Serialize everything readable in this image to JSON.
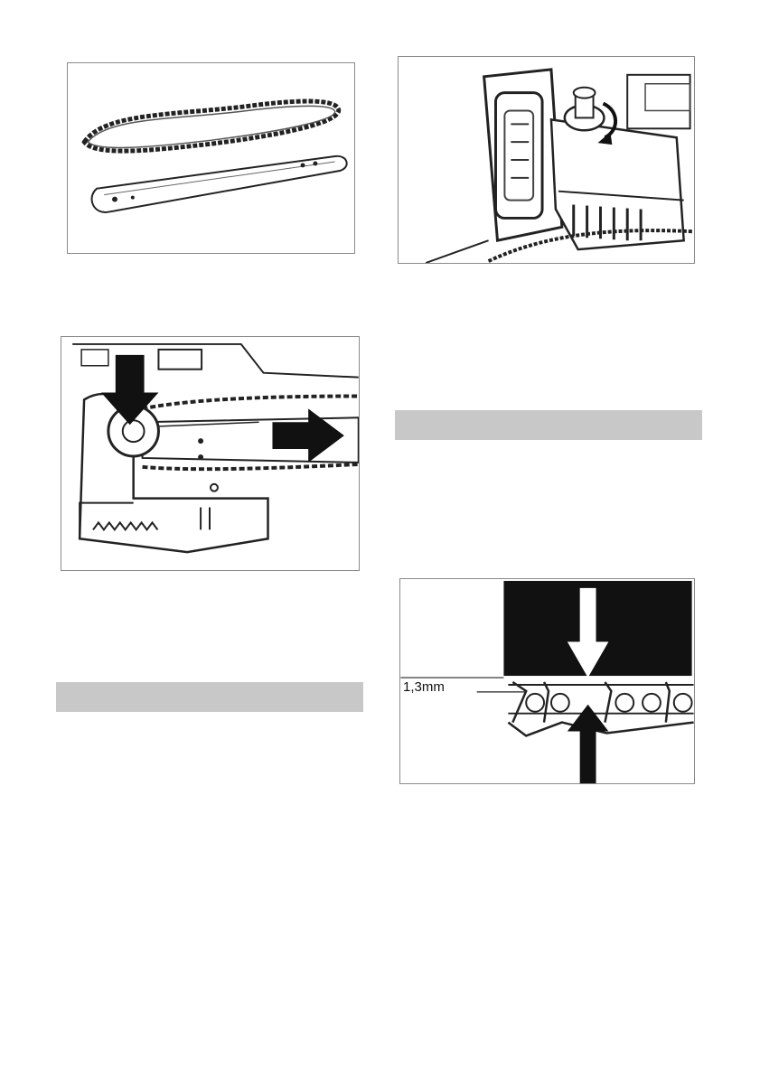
{
  "page": {
    "figures": [
      {
        "id": "fig-chain-and-bar",
        "icon": "chain-and-guide-bar-illustration"
      },
      {
        "id": "fig-tension-knob",
        "icon": "tension-knob-turn-illustration"
      },
      {
        "id": "fig-fit-chain",
        "icon": "fit-chain-on-sprocket-illustration"
      },
      {
        "id": "fig-depth-gauge",
        "icon": "depth-gauge-illustration"
      }
    ],
    "section_bars": [
      "",
      ""
    ],
    "depth_gauge_label": "1,3mm"
  }
}
